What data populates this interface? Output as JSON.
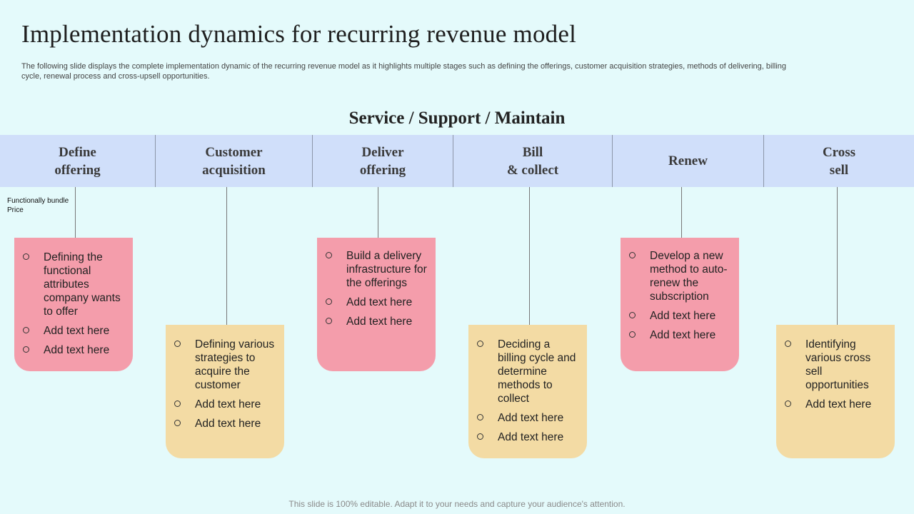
{
  "title": "Implementation dynamics for recurring revenue model",
  "subtitle": "The following slide displays the complete implementation dynamic of the recurring revenue model as it highlights multiple stages such as defining the offerings, customer acquisition strategies, methods of delivering, billing cycle, renewal process and cross-upsell opportunities.",
  "banner": "Service / Support / Maintain",
  "stages": [
    {
      "label": "Define\noffering"
    },
    {
      "label": "Customer\nacquisition"
    },
    {
      "label": "Deliver\noffering"
    },
    {
      "label": "Bill\n& collect"
    },
    {
      "label": "Renew"
    },
    {
      "label": "Cross\nsell"
    }
  ],
  "note": "Functionally bundle\nPrice",
  "cards": [
    {
      "items": [
        "Defining the functional attributes company wants to offer",
        "Add text here",
        "Add text here"
      ]
    },
    {
      "items": [
        "Defining various strategies to acquire the customer",
        "Add text here",
        "Add text here"
      ]
    },
    {
      "items": [
        "Build a delivery infrastructure  for the offerings",
        "Add text here",
        "Add text here"
      ]
    },
    {
      "items": [
        "Deciding a billing cycle and determine methods to collect",
        "Add text here",
        "Add text here"
      ]
    },
    {
      "items": [
        "Develop a new method to auto-renew the subscription",
        "Add text here",
        "Add text here"
      ]
    },
    {
      "items": [
        "Identifying various cross sell opportunities",
        "Add text here"
      ]
    }
  ],
  "colors": {
    "pink": "#f49dab",
    "yellow": "#f3dba4",
    "stage_bar": "#d0dffa",
    "background": "#e4fafb"
  },
  "footer": "This slide is 100% editable. Adapt it to your needs and capture your audience's attention."
}
